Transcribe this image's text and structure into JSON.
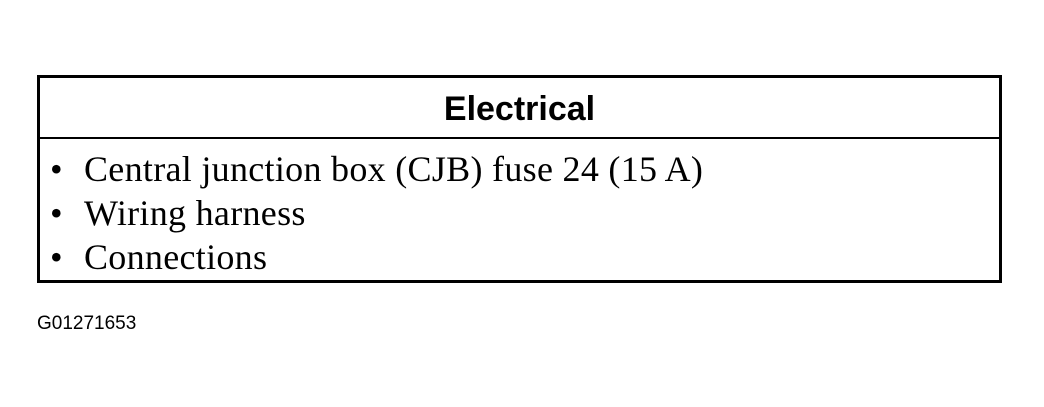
{
  "table": {
    "title": "Electrical",
    "items": [
      "Central junction box (CJB) fuse 24 (15 A)",
      "Wiring harness",
      "Connections"
    ],
    "bullet": "•"
  },
  "figure_id": "G01271653"
}
